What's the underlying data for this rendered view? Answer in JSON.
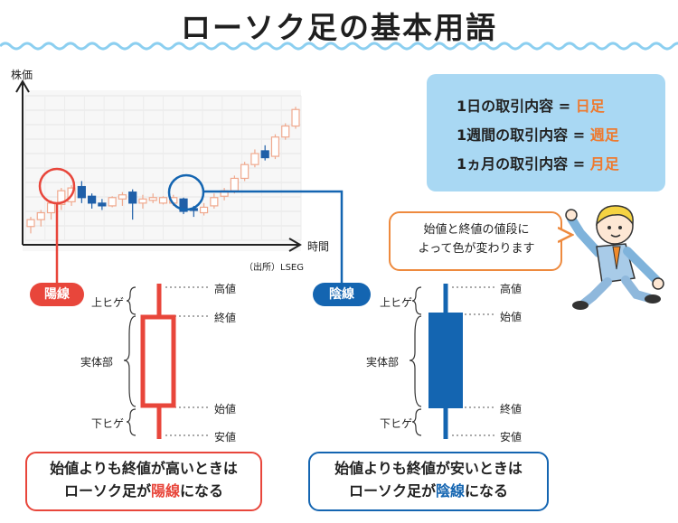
{
  "title": "ローソク足の基本用語",
  "colors": {
    "yang": "#e8463b",
    "yin": "#1465b1",
    "accent": "#ee7a2f",
    "info_bg": "#a9d8f3",
    "wave": "#8ccff0"
  },
  "chart": {
    "y_axis_label": "株価",
    "x_axis_label": "時間",
    "source": "（出所）LSEG"
  },
  "chart_data": {
    "type": "candlestick",
    "title": "",
    "xlabel": "時間",
    "ylabel": "株価",
    "series": [
      {
        "open": 5,
        "high": 12,
        "low": 0,
        "close": 10,
        "dir": "up"
      },
      {
        "open": 10,
        "high": 17,
        "low": 5,
        "close": 15,
        "dir": "up"
      },
      {
        "open": 15,
        "high": 24,
        "low": 10,
        "close": 22,
        "dir": "up"
      },
      {
        "open": 21,
        "high": 33,
        "low": 17,
        "close": 31,
        "dir": "up"
      },
      {
        "open": 23,
        "high": 35,
        "low": 20,
        "close": 33,
        "dir": "up"
      },
      {
        "open": 34,
        "high": 38,
        "low": 22,
        "close": 26,
        "dir": "down"
      },
      {
        "open": 27,
        "high": 29,
        "low": 18,
        "close": 22,
        "dir": "down"
      },
      {
        "open": 22,
        "high": 25,
        "low": 17,
        "close": 20,
        "dir": "down"
      },
      {
        "open": 20,
        "high": 27,
        "low": 19,
        "close": 26,
        "dir": "up"
      },
      {
        "open": 25,
        "high": 30,
        "low": 20,
        "close": 28,
        "dir": "up"
      },
      {
        "open": 30,
        "high": 32,
        "low": 10,
        "close": 22,
        "dir": "down"
      },
      {
        "open": 22,
        "high": 28,
        "low": 18,
        "close": 25,
        "dir": "up"
      },
      {
        "open": 24,
        "high": 29,
        "low": 22,
        "close": 26,
        "dir": "up"
      },
      {
        "open": 26,
        "high": 27,
        "low": 21,
        "close": 22,
        "dir": "up"
      },
      {
        "open": 22,
        "high": 28,
        "low": 20,
        "close": 26,
        "dir": "up"
      },
      {
        "open": 25,
        "high": 26,
        "low": 14,
        "close": 16,
        "dir": "down"
      },
      {
        "open": 18,
        "high": 20,
        "low": 12,
        "close": 17,
        "dir": "down"
      },
      {
        "open": 15,
        "high": 22,
        "low": 13,
        "close": 19,
        "dir": "up"
      },
      {
        "open": 20,
        "high": 29,
        "low": 18,
        "close": 26,
        "dir": "up"
      },
      {
        "open": 27,
        "high": 33,
        "low": 24,
        "close": 31,
        "dir": "up"
      },
      {
        "open": 31,
        "high": 42,
        "low": 29,
        "close": 40,
        "dir": "up"
      },
      {
        "open": 40,
        "high": 52,
        "low": 38,
        "close": 50,
        "dir": "up"
      },
      {
        "open": 50,
        "high": 61,
        "low": 48,
        "close": 58,
        "dir": "up"
      },
      {
        "open": 60,
        "high": 64,
        "low": 53,
        "close": 55,
        "dir": "down"
      },
      {
        "open": 56,
        "high": 72,
        "low": 54,
        "close": 70,
        "dir": "up"
      },
      {
        "open": 70,
        "high": 80,
        "low": 68,
        "close": 78,
        "dir": "up"
      },
      {
        "open": 78,
        "high": 92,
        "low": 76,
        "close": 90,
        "dir": "up"
      }
    ],
    "ylim": [
      -5,
      100
    ],
    "grid": true
  },
  "info": {
    "lines": [
      {
        "prefix": "1日の取引内容 = ",
        "value": "日足"
      },
      {
        "prefix": "1週間の取引内容 = ",
        "value": "週足"
      },
      {
        "prefix": "1ヵ月の取引内容 = ",
        "value": "月足"
      }
    ]
  },
  "speech": {
    "line1": "始値と終値の値段に",
    "line2": "よって色が変わります"
  },
  "yang": {
    "badge": "陽線",
    "upper_shadow": "上ヒゲ",
    "body": "実体部",
    "lower_shadow": "下ヒゲ",
    "high": "高値",
    "close": "終値",
    "open": "始値",
    "low": "安値",
    "caption_line1": "始値よりも終値が高いときは",
    "caption_pre": "ローソク足が",
    "caption_key": "陽線",
    "caption_post": "になる"
  },
  "yin": {
    "badge": "陰線",
    "upper_shadow": "上ヒゲ",
    "body": "実体部",
    "lower_shadow": "下ヒゲ",
    "high": "高値",
    "open": "始値",
    "close": "終値",
    "low": "安値",
    "caption_line1": "始値よりも終値が安いときは",
    "caption_pre": "ローソク足が",
    "caption_key": "陰線",
    "caption_post": "になる"
  }
}
